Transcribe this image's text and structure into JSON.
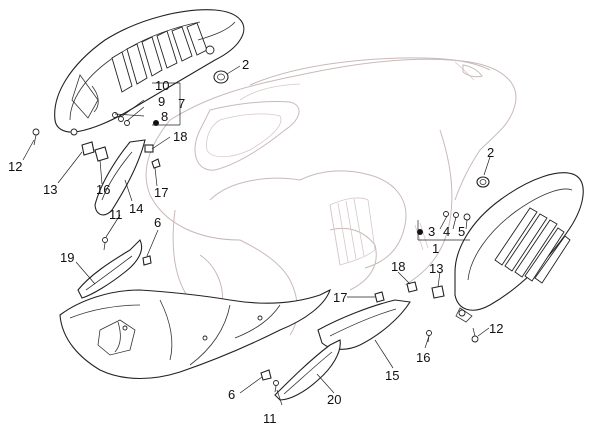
{
  "callouts": {
    "c1": "1",
    "c2a": "2",
    "c2b": "2",
    "c3": "3",
    "c4": "4",
    "c5": "5",
    "c6a": "6",
    "c6b": "6",
    "c7": "7",
    "c8": "8",
    "c9": "9",
    "c10": "10",
    "c11a": "11",
    "c11b": "11",
    "c12a": "12",
    "c12b": "12",
    "c13a": "13",
    "c13b": "13",
    "c14": "14",
    "c15": "15",
    "c16a": "16",
    "c16b": "16",
    "c17a": "17",
    "c17b": "17",
    "c18a": "18",
    "c18b": "18",
    "c19": "19",
    "c20": "20"
  },
  "colors": {
    "line": "#222222",
    "ghost": "#c9b9b9",
    "background": "#ffffff"
  }
}
